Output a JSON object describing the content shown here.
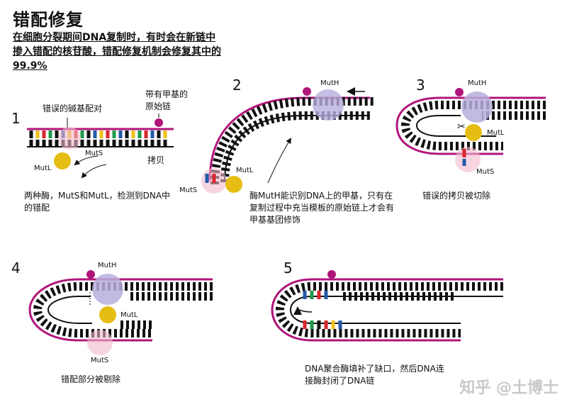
{
  "title": "错配修复",
  "subtitle": "在细胞分裂期间DNA复制时，有时会在新链中掺入错配的核苷酸，错配修复机制会修复其中的99.9%",
  "steps": {
    "s1": {
      "number": "1",
      "mismatch_label": "错误的碱基配对",
      "methyl_label": "带有甲基的原始链",
      "copy_label": "拷贝",
      "mutl": "MutL",
      "muts": "MutS",
      "caption": "两种酶，MutS和MutL，检测到DNA中的错配"
    },
    "s2": {
      "number": "2",
      "muth": "MutH",
      "mutl": "MutL",
      "muts": "MutS",
      "caption": "酶MutH能识别DNA上的甲基，只有在复制过程中充当模板的原始链上才会有甲基基团修饰"
    },
    "s3": {
      "number": "3",
      "muth": "MutH",
      "mutl": "MutL",
      "muts": "MutS",
      "caption": "错误的拷贝被切除"
    },
    "s4": {
      "number": "4",
      "muth": "MutH",
      "mutl": "MutL",
      "muts": "MutS",
      "caption": "错配部分被剔除"
    },
    "s5": {
      "number": "5",
      "caption": "DNA聚合酶填补了缺口，然后DNA连接酶封闭了DNA链"
    }
  },
  "watermark": "知乎 @土博士",
  "colors": {
    "strand": "#b0157a",
    "rung": "#111111",
    "mutl": "#e6be13",
    "muts": "#f2b9cc",
    "muth": "#b8aedd",
    "methyl": "#b0157a",
    "red": "#d7262b",
    "green": "#1f9a4a",
    "blue": "#2359a8",
    "yellow": "#f2c018"
  }
}
